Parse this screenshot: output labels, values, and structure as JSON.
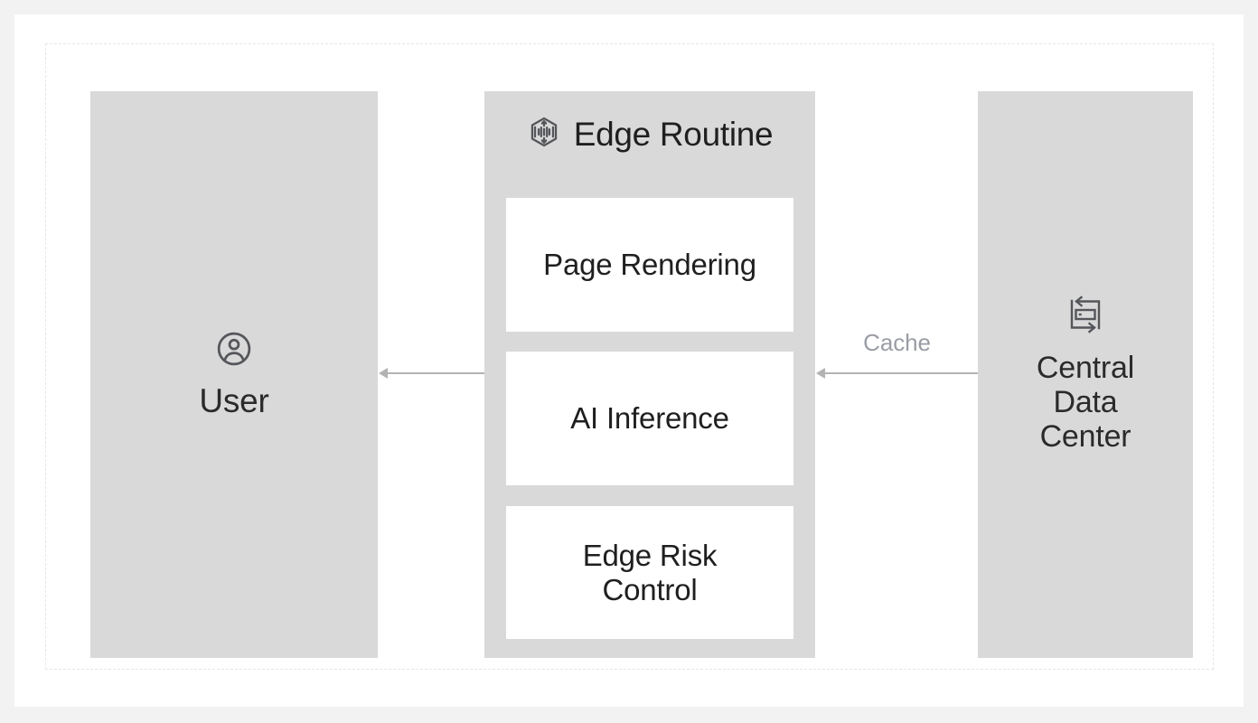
{
  "diagram": {
    "user": {
      "label": "User",
      "icon": "user-circle-icon"
    },
    "edge": {
      "title": "Edge Routine",
      "icon": "edge-hexagon-icon",
      "boxes": [
        {
          "label": "Page Rendering"
        },
        {
          "label": "AI Inference"
        },
        {
          "label": "Edge Risk\nControl"
        }
      ]
    },
    "datacenter": {
      "label": "Central\nData\nCenter",
      "icon": "data-exchange-icon"
    },
    "connections": [
      {
        "name": "edge-to-user",
        "label": "",
        "direction": "left"
      },
      {
        "name": "datacenter-to-edge",
        "label": "Cache",
        "direction": "left"
      }
    ]
  },
  "colors": {
    "page_background": "#f2f2f2",
    "canvas": "#ffffff",
    "panel": "#d9d9d9",
    "subbox": "#ffffff",
    "text": "#1f1f1f",
    "muted_text": "#9a9da5",
    "arrow": "#b3b3b3",
    "frame_border": "#e6e6e6"
  }
}
